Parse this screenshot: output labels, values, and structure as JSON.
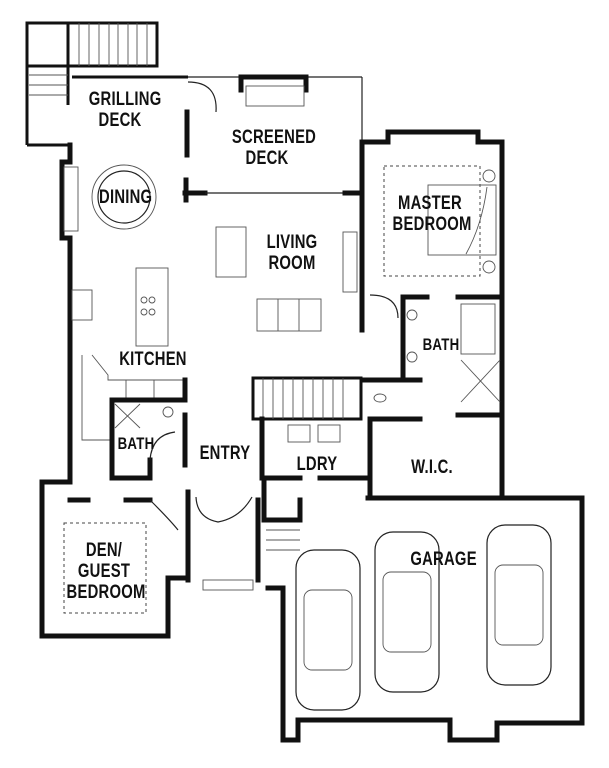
{
  "plan": {
    "type": "floor plan",
    "rooms": [
      {
        "id": "grilling-deck",
        "lines": [
          "GRILLING",
          "DECK"
        ]
      },
      {
        "id": "screened-deck",
        "lines": [
          "SCREENED",
          "DECK"
        ]
      },
      {
        "id": "dining",
        "lines": [
          "DINING"
        ]
      },
      {
        "id": "living-room",
        "lines": [
          "LIVING",
          "ROOM"
        ]
      },
      {
        "id": "master-bedroom",
        "lines": [
          "MASTER",
          "BEDROOM"
        ]
      },
      {
        "id": "kitchen",
        "lines": [
          "KITCHEN"
        ]
      },
      {
        "id": "master-bath",
        "lines": [
          "BATH"
        ]
      },
      {
        "id": "bath",
        "lines": [
          "BATH"
        ]
      },
      {
        "id": "entry",
        "lines": [
          "ENTRY"
        ]
      },
      {
        "id": "laundry",
        "lines": [
          "LDRY"
        ]
      },
      {
        "id": "wic",
        "lines": [
          "W.I.C."
        ]
      },
      {
        "id": "den-guest-bedroom",
        "lines": [
          "DEN/",
          "GUEST",
          "BEDROOM"
        ]
      },
      {
        "id": "garage",
        "lines": [
          "GARAGE"
        ]
      }
    ],
    "colors": {
      "walls": "#111111",
      "background": "#ffffff",
      "fixtures": "#555555"
    }
  }
}
